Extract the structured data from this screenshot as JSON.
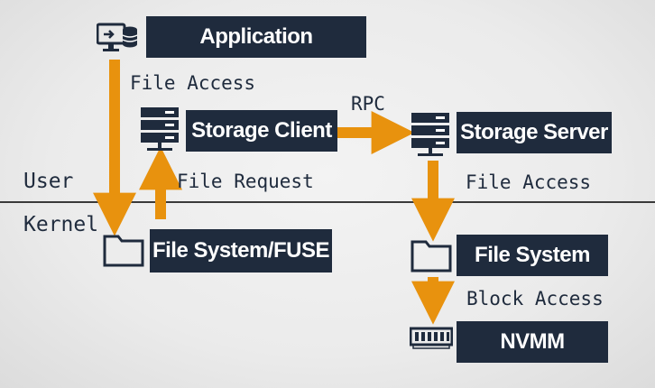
{
  "boxes": {
    "application": "Application",
    "storage_client": "Storage Client",
    "storage_server": "Storage Server",
    "fs_fuse": "File System/FUSE",
    "file_system": "File System",
    "nvmm": "NVMM"
  },
  "labels": {
    "file_access_left": "File Access",
    "rpc": "RPC",
    "file_request": "File Request",
    "file_access_right": "File Access",
    "block_access": "Block Access",
    "user": "User",
    "kernel": "Kernel"
  },
  "colors": {
    "box": "#1f2b3d",
    "arrow": "#e8920e",
    "background": "#ebebeb"
  },
  "icons": {
    "application": "monitor-database-icon",
    "storage_client": "server-stack-icon",
    "storage_server": "server-stack-icon",
    "fs_fuse": "folder-icon",
    "file_system": "folder-icon",
    "nvmm": "memory-chip-icon"
  }
}
